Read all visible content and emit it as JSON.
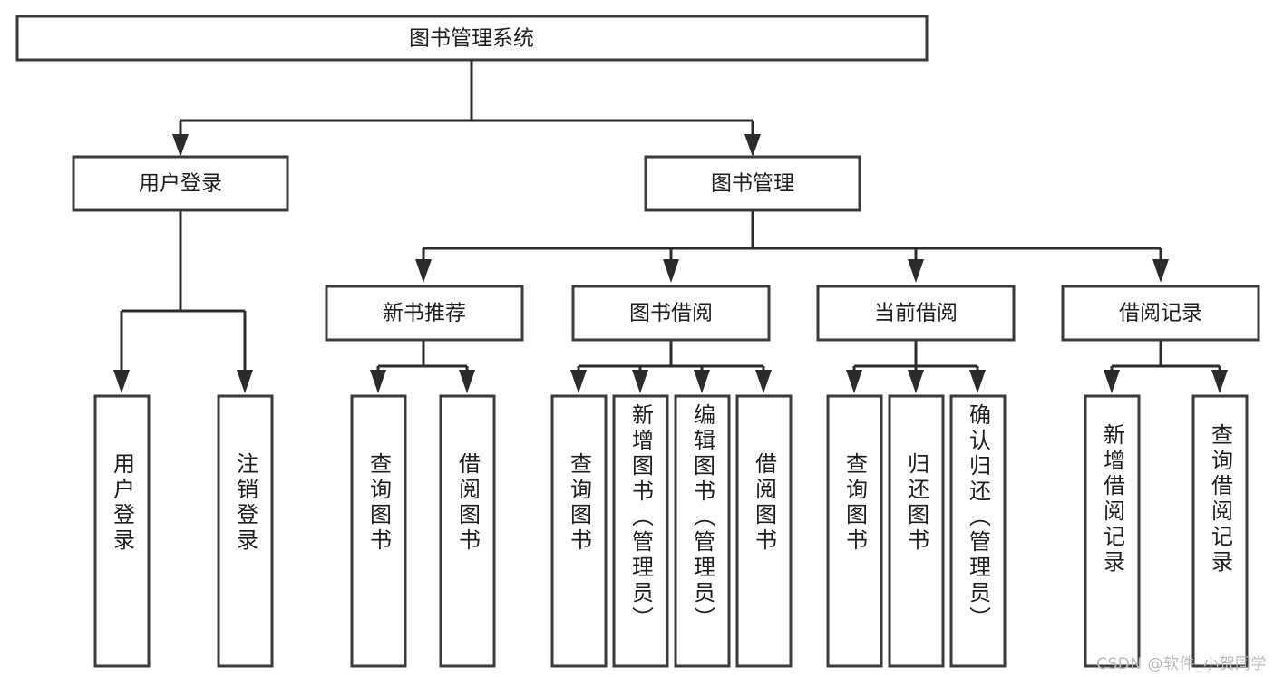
{
  "diagram": {
    "title": "图书管理系统",
    "type": "tree",
    "orientation": "top-down",
    "colors": {
      "box_stroke": "#3a3a3a",
      "box_fill": "#ffffff",
      "connector": "#2b2b2b",
      "text": "#1d1d1d",
      "background": "#ffffff",
      "watermark": "#b9b9b9"
    },
    "root": {
      "label": "图书管理系统"
    },
    "level2": [
      {
        "label": "用户登录"
      },
      {
        "label": "图书管理"
      }
    ],
    "level3": [
      {
        "label": "新书推荐"
      },
      {
        "label": "图书借阅"
      },
      {
        "label": "当前借阅"
      },
      {
        "label": "借阅记录"
      }
    ],
    "leaves": {
      "user_login": [
        {
          "label": "用户登录"
        },
        {
          "label": "注销登录"
        }
      ],
      "new_book_recommend": [
        {
          "label": "查询图书"
        },
        {
          "label": "借阅图书"
        }
      ],
      "book_borrow": [
        {
          "label": "查询图书"
        },
        {
          "label": "新增图书（管理员）"
        },
        {
          "label": "编辑图书（管理员）"
        },
        {
          "label": "借阅图书"
        }
      ],
      "current_borrow": [
        {
          "label": "查询图书"
        },
        {
          "label": "归还图书"
        },
        {
          "label": "确认归还（管理员）"
        }
      ],
      "borrow_record": [
        {
          "label": "新增借阅记录"
        },
        {
          "label": "查询借阅记录"
        }
      ]
    },
    "watermark": "CSDN @软件_小贺同学"
  }
}
